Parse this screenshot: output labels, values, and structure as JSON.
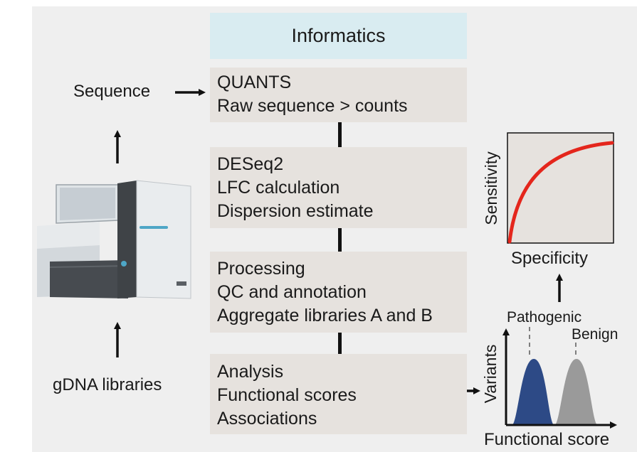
{
  "header": {
    "title": "Informatics"
  },
  "left": {
    "sequence_label": "Sequence",
    "gdna_label": "gDNA libraries",
    "instrument_icon": "sequencer-instrument-icon"
  },
  "steps": [
    {
      "lines": [
        "QUANTS",
        "Raw sequence > counts"
      ]
    },
    {
      "lines": [
        "DESeq2",
        "LFC calculation",
        "Dispersion estimate"
      ]
    },
    {
      "lines": [
        "Processing",
        "QC and annotation",
        "Aggregate libraries A and B"
      ]
    },
    {
      "lines": [
        "Analysis",
        "Functional scores",
        "Associations"
      ]
    }
  ],
  "roc": {
    "ylabel": "Sensitivity",
    "xlabel": "Specificity",
    "curve_color": "#e4261c"
  },
  "distribution": {
    "ylabel": "Variants",
    "xlabel": "Functional score",
    "pathogenic_label": "Pathogenic",
    "benign_label": "Benign",
    "pathogenic_color": "#2d4a86",
    "benign_color": "#9a9a9a"
  }
}
